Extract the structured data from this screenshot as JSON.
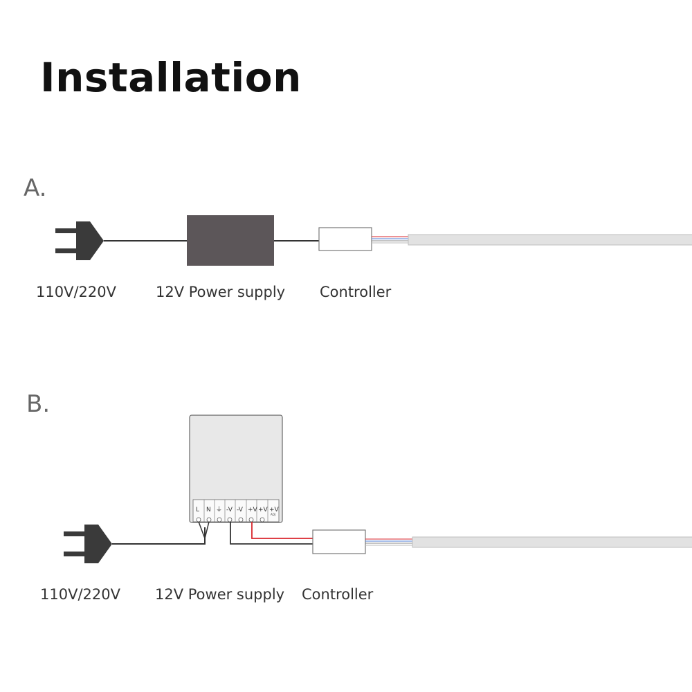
{
  "title": "Installation",
  "diagrams": {
    "a": {
      "label": "A.",
      "captions": [
        "110V/220V",
        "12V Power supply",
        "Controller"
      ]
    },
    "b": {
      "label": "B.",
      "captions": [
        "110V/220V",
        "12V Power supply",
        "Controller"
      ],
      "terminals": [
        "L",
        "N",
        "⏚",
        "-V",
        "-V",
        "+V",
        "+V",
        "+V"
      ],
      "terminal_note": "ADJ"
    }
  },
  "colors": {
    "power_box_a": "#5c5659",
    "wire": "#333333",
    "wire_positive": "#d9262c",
    "strip": "#e2e2e2"
  }
}
